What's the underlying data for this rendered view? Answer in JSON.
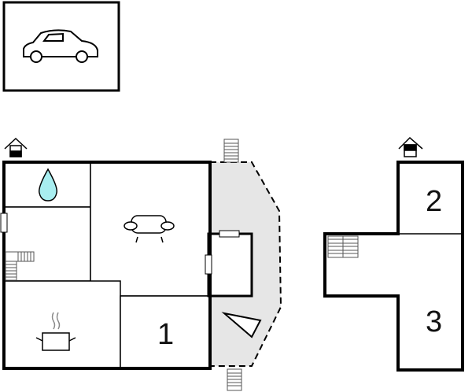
{
  "rooms": {
    "bedroom1": "1",
    "bedroom2": "2",
    "bedroom3": "3"
  },
  "colors": {
    "wall": "#000000",
    "terrace": "#e6e6e6",
    "water": "#a8eef0"
  },
  "icons": [
    "car-icon",
    "entrance-icon",
    "water-drop-icon",
    "sofa-icon",
    "cooking-pot-icon",
    "stairs-icon",
    "terrace-icon"
  ]
}
